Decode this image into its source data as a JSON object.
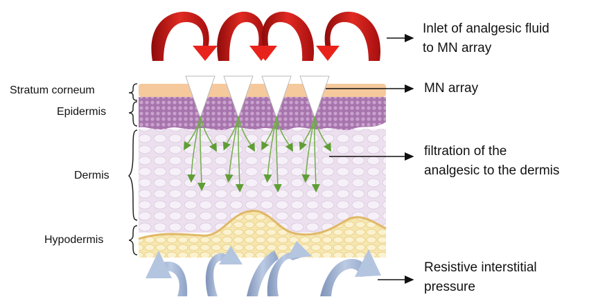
{
  "layers": {
    "stratum_corneum": "Stratum corneum",
    "epidermis": "Epidermis",
    "dermis": "Dermis",
    "hypodermis": "Hypodermis"
  },
  "annotations": {
    "inlet_line1": "Inlet of analgesic fluid",
    "inlet_line2": "to MN array",
    "mn_array": "MN array",
    "filtration_line1": "filtration of the",
    "filtration_line2": "analgesic to the dermis",
    "pressure_line1": "Resistive interstitial",
    "pressure_line2": "pressure"
  },
  "colors": {
    "inflow_arrows": "#cc1a1a",
    "pressure_arrows": "#a9bcd9",
    "stratum_corneum": "#f6c99c",
    "epidermis": "#b27fb6",
    "dermis": "#ece0ee",
    "hypodermis": "#f6e7b0",
    "filtration_arrows": "#6fae45",
    "needles": "#ffffff"
  },
  "icons": {
    "inflow": "curved-red-arrow-icon",
    "pressure": "curved-blue-arrow-icon",
    "needle": "microneedle-icon"
  }
}
